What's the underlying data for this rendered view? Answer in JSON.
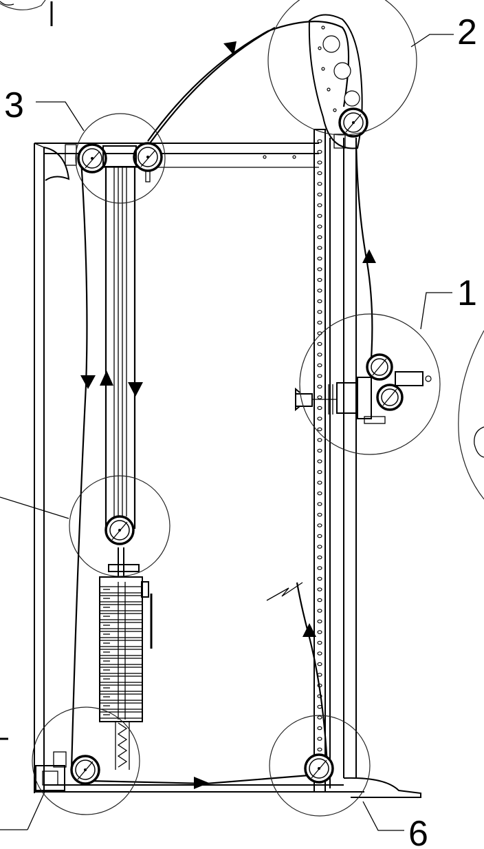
{
  "callouts": {
    "label_1": "1",
    "label_2": "2",
    "label_3": "3",
    "label_6": "6"
  },
  "colors": {
    "line": "#000000",
    "background": "#ffffff"
  }
}
